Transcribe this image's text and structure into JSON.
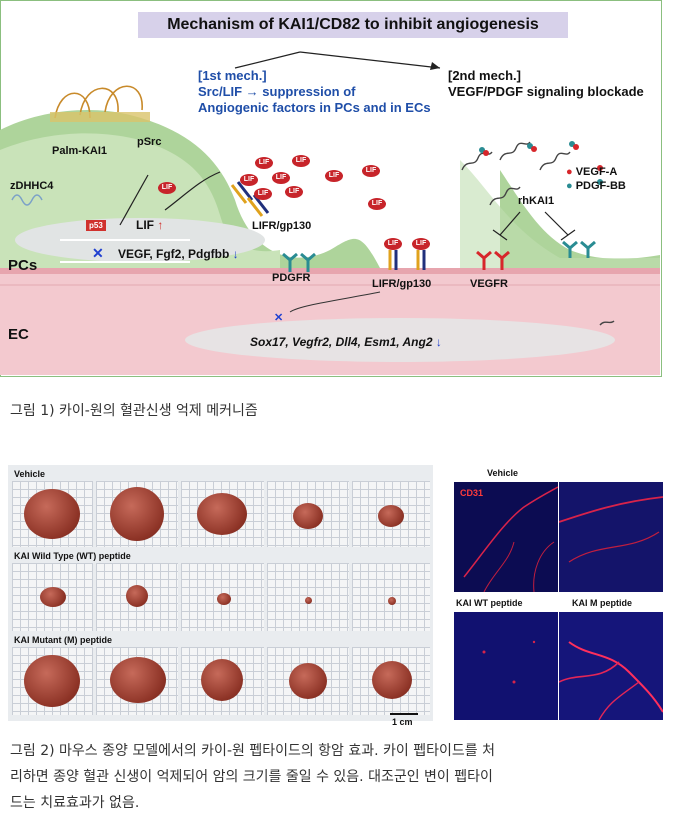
{
  "figure1": {
    "title": "Mechanism of KAI1/CD82 to inhibit angiogenesis",
    "mech1": {
      "heading": "[1st mech.]",
      "line1": "Src/LIF → suppression of",
      "line2": "Angiogenic factors in PCs and in ECs"
    },
    "mech2": {
      "heading": "[2nd mech.]",
      "line1": "VEGF/PDGF signaling blockade"
    },
    "labels": {
      "palm_kai1": "Palm-KAI1",
      "psrc": "pSrc",
      "zdhhc4": "zDHHC4",
      "p53": "p53",
      "lif_up": "LIF",
      "lif_gp130_upper": "LIFR/gp130",
      "pcs": "PCs",
      "pcs_genes": "VEGF, Fgf2, Pdgfbb",
      "pdgfr": "PDGFR",
      "lif_gp130_lower": "LIFR/gp130",
      "vegfr": "VEGFR",
      "ec": "EC",
      "ec_genes": "Sox17, Vegfr2, Dll4, Esm1, Ang2",
      "rhkai1": "rhKAI1",
      "vegfa": "VEGF-A",
      "pdgfbb": "PDGF-BB",
      "lif_token": "LIF"
    },
    "caption": "그림 1) 카이-원의 혈관신생 억제 메커니즘"
  },
  "figure2": {
    "rows": [
      {
        "label": "Vehicle"
      },
      {
        "label": "KAI Wild Type (WT) peptide"
      },
      {
        "label": "KAI Mutant (M) peptide"
      }
    ],
    "scale_bar": "1 cm",
    "if_panels": {
      "vehicle": "Vehicle",
      "cd31": "CD31",
      "wt": "KAI WT peptide",
      "m": "KAI M peptide"
    },
    "caption_line1": "그림 2) 마우스 종양 모델에서의 카이-원 펩타이드의 항암 효과. 카이 펩타이드를 처",
    "caption_line2": "리하면 종양 혈관 신생이 억제되어 암의 크기를 줄일 수 있음. 대조군인 변이 펩타이",
    "caption_line3": "드는 치료효과가 없음."
  }
}
